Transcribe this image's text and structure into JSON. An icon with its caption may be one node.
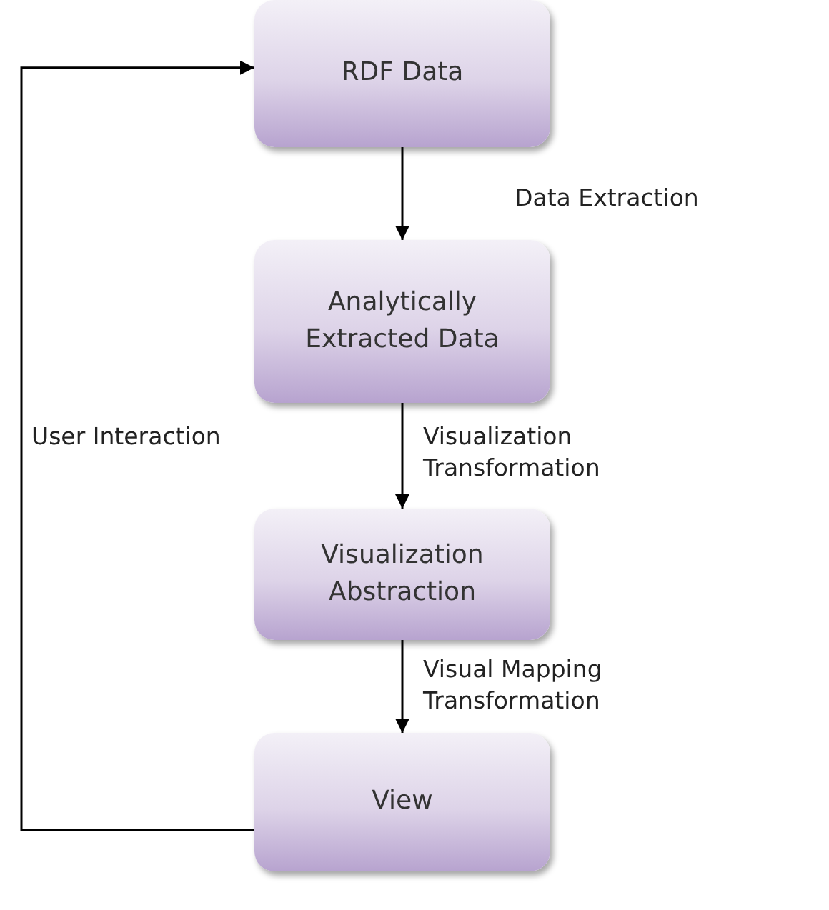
{
  "diagram": {
    "nodes": [
      {
        "text": [
          "RDF Data"
        ]
      },
      {
        "text": [
          "Analytically Extracted Data"
        ]
      },
      {
        "text": [
          "Visualization Abstraction"
        ]
      },
      {
        "text": [
          "View"
        ]
      }
    ],
    "edges": [
      {
        "from": 0,
        "to": 1,
        "arrow": "to",
        "label": "Data Extraction"
      },
      {
        "from": 1,
        "to": 2,
        "arrow": "to",
        "label": "Visualization Transformation"
      },
      {
        "from": 2,
        "to": 3,
        "arrow": "to",
        "label": "Visual Mapping Transformation"
      },
      {
        "from": 3,
        "to": 0,
        "arrow": "to",
        "label": "User Interaction"
      }
    ]
  }
}
